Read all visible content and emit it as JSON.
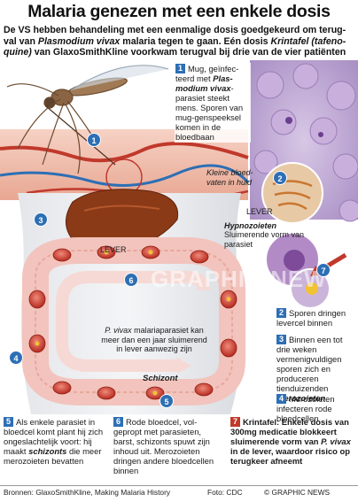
{
  "title": "Malaria genezen met een enkele dosis",
  "intro": {
    "part1": "De VS hebben behandeling met een eenmalige dosis goedgekeurd om terug-val van ",
    "species": "Plasmodium vivax",
    "part2": " malaria tegen te gaan. Eén dosis ",
    "drug": "Krintafel (tafeno-quine)",
    "part3": " van GlaxoSmithKline voorkwam terugval bij drie van de vier patiënten"
  },
  "labels": {
    "vessel_caption": "Kleine bloed-vaten in huid",
    "lever_top": "LEVER",
    "lever_left": "LEVER",
    "hypno_title": "Hypnozoieten",
    "hypno_text": "Sluimerende vorm van parasiet",
    "vivax_title": "P. vivax",
    "vivax_text": " malariaparasiet kan meer dan een jaar sluimerend in lever aanwezig zijn",
    "schizont": "Schizont",
    "watermark": "GRAPHIC NEWS"
  },
  "markers": [
    "1",
    "2",
    "3",
    "4",
    "5",
    "6",
    "7"
  ],
  "steps": {
    "s1": {
      "num": "1",
      "a": "Mug, geïnfec-teerd met ",
      "b": "Plas-modium vivax",
      "c": "-parasiet steekt mens. Sporen van mug-genspeeksel komen in de bloedbaan"
    },
    "s2": {
      "num": "2",
      "a": "Sporen dringen levercel binnen"
    },
    "s3": {
      "num": "3",
      "a": "Binnen een tot drie weken vermenigvuldigen sporen zich en produceren tienduizenden ",
      "b": "merozoieten"
    },
    "s4": {
      "num": "4",
      "a": "Merozoieten infecteren rode bloedcellen"
    },
    "s5": {
      "num": "5",
      "a": "Als enkele parasiet in bloedcel komt plant hij zich ongeslachtelijk voort: hij maakt ",
      "b": "schizonts",
      "c": " die meer merozoieten bevatten"
    },
    "s6": {
      "num": "6",
      "a": "Rode bloedcel, vol-gepropt met parasieten, barst, schizonts spuwt zijn inhoud uit. Merozoieten dringen andere bloedcellen binnen"
    },
    "s7": {
      "num": "7",
      "a": "Krintafel: Enkele dosis van 300mg medicatie blokkeert sluimerende vorm van ",
      "b": "P. vivax",
      "c": " in de lever, waardoor risico op terugkeer afneemt"
    }
  },
  "footer": {
    "sources": "Bronnen: GlaxoSmithKline, Making Malaria History",
    "photo": "Foto: CDC",
    "copyright": "© GRAPHIC NEWS"
  },
  "colors": {
    "step_badge": "#2d6fb5",
    "blood_cell": "#c0392b",
    "liver": "#8b3a17",
    "micro_bg": "#b9a3cf"
  }
}
